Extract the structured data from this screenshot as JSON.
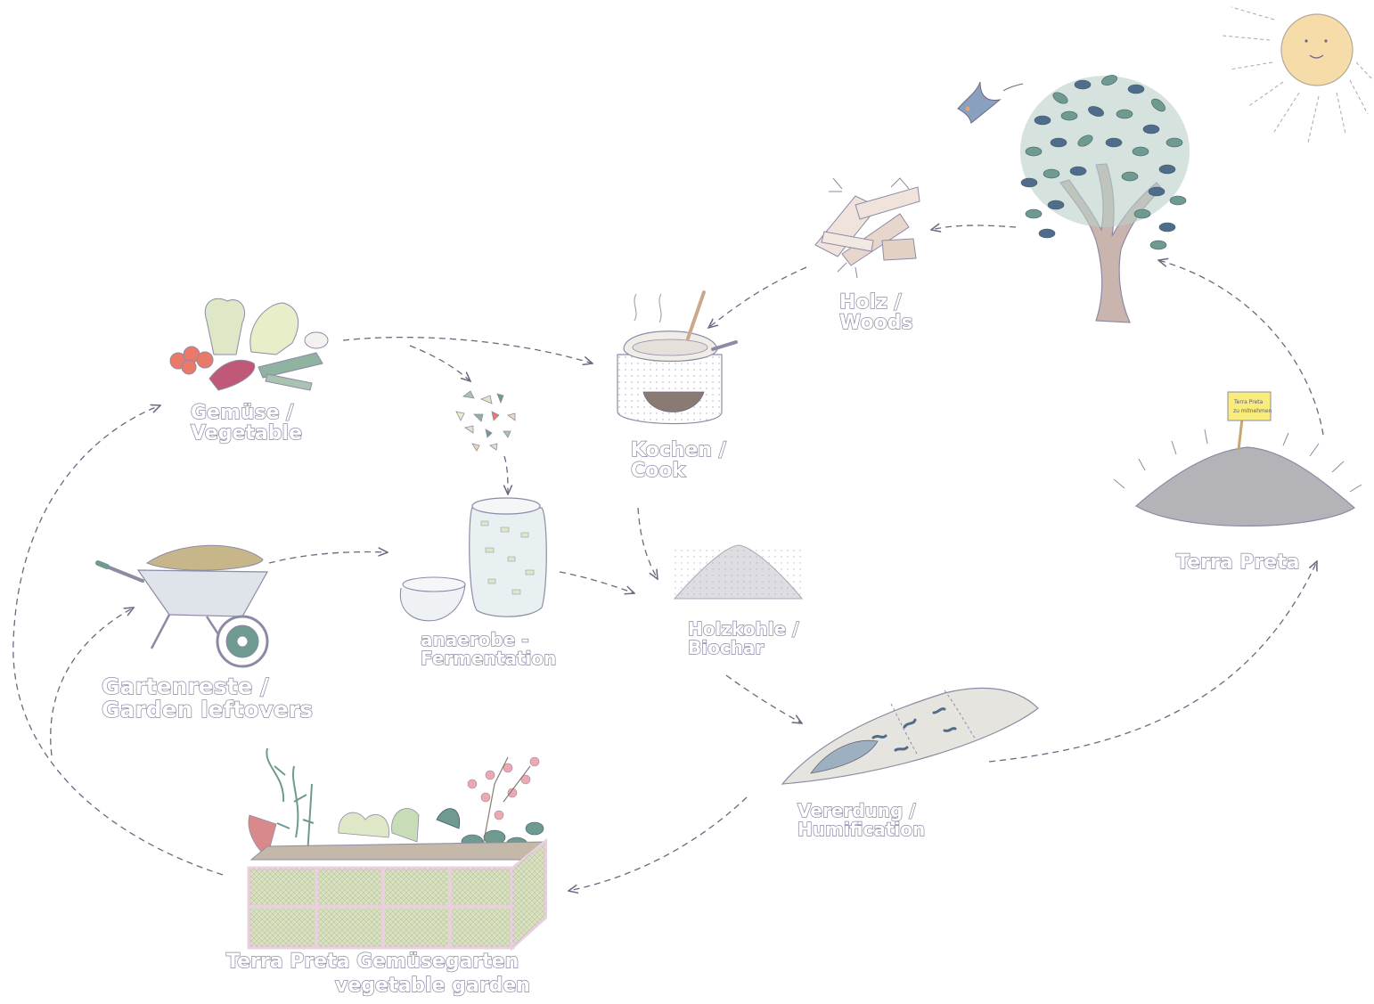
{
  "labels": {
    "vegetable": [
      "Gemüse /",
      "Vegetable"
    ],
    "cook": [
      "Kochen /",
      "Cook"
    ],
    "woods": [
      "Holz /",
      "Woods"
    ],
    "garden_leftovers": [
      "Gartenreste /",
      "Garden leftovers"
    ],
    "fermentation": [
      "anaerobe -",
      "Fermentation"
    ],
    "biochar": [
      "Holzkohle /",
      "Biochar"
    ],
    "terra_preta": "Terra Preta",
    "humification": [
      "Vererdung /",
      "Humification"
    ],
    "vegetable_garden": [
      "Terra Preta Gemüsegarten",
      "vegetable garden"
    ]
  },
  "sign": [
    "Terra Preta",
    "zu mitnehmen"
  ],
  "illustrations": [
    "sun-icon",
    "bird-icon",
    "tree-icon",
    "wood-pile-icon",
    "cooking-pot-icon",
    "vegetables-icon",
    "food-scraps-icon",
    "fermentation-jar-icon",
    "wheelbarrow-icon",
    "biochar-pile-icon",
    "terra-preta-mound-icon",
    "humification-heap-icon",
    "raised-garden-bed-icon"
  ],
  "colors": {
    "outline": "#8e8aa6",
    "arrow": "#6c6880",
    "sun": "#f6dca8",
    "leaf_green": "#6f9a8f",
    "leaf_blue": "#4f6d8a",
    "trunk": "#c4b0a8",
    "soil_gray": "#b4b3b8",
    "bed_green": "#d8e2c0",
    "bed_frame": "#e8d0dc",
    "tomato": "#e97a6a",
    "lettuce": "#dfe8c6"
  }
}
